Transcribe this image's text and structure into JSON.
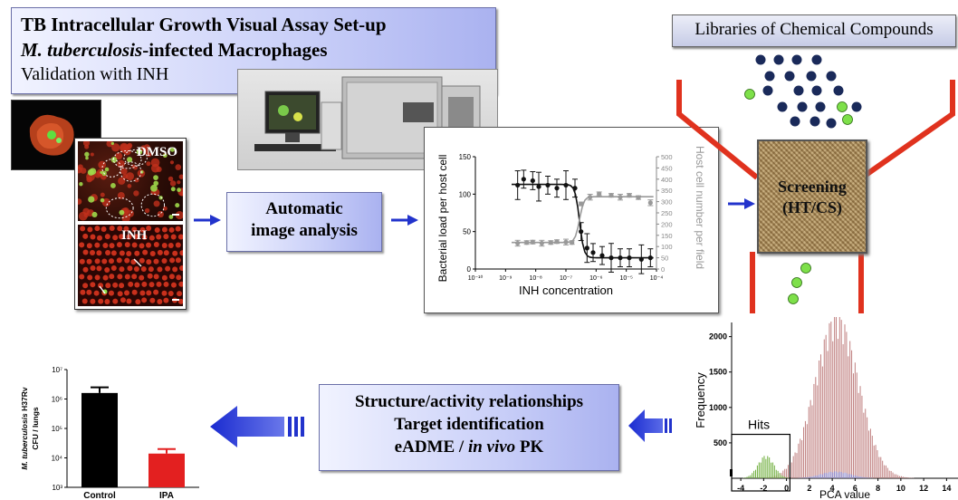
{
  "setup_title": {
    "line1": "TB Intracellular Growth Visual Assay Set-up",
    "line2_italic": "M. tuberculosis",
    "line2_rest": "-infected Macrophages",
    "line3": "Validation with INH"
  },
  "micrographs": {
    "dmso": "DMSO",
    "inh": "INH"
  },
  "automatic_box": {
    "line1": "Automatic",
    "line2": "image analysis"
  },
  "libraries_label": "Libraries of  Chemical Compounds",
  "screening": {
    "line1": "Screening",
    "line2": "(HT/CS)"
  },
  "sar_box": {
    "line1": "Structure/activity relationships",
    "line2": "Target identification",
    "line3_a": "eADME / ",
    "line3_italic": "in vivo",
    "line3_b": " PK"
  },
  "colors": {
    "blue_arrow": "#2233cc",
    "red_funnel": "#e0321e",
    "dots_navy": "#1a2a5a",
    "dots_green": "#7ee04a",
    "black": "#000000",
    "red_bar": "#e32020"
  },
  "chart_data": [
    {
      "type": "line",
      "xlabel": "INH concentration",
      "ylabel": "Bacterial load per host cell",
      "y2label": "Host cell number per field",
      "x_tick_labels": [
        "10⁻¹⁰",
        "10⁻⁹",
        "10⁻⁸",
        "10⁻⁷",
        "10⁻⁶",
        "10⁻⁵",
        "10⁻⁴"
      ],
      "y_tick_labels": [
        "0",
        "50",
        "100",
        "150"
      ],
      "y2_tick_labels": [
        "0",
        "50",
        "100",
        "150",
        "200",
        "250",
        "300",
        "350",
        "400",
        "450",
        "500"
      ],
      "xlim_log10": [
        -10,
        -4
      ],
      "ylim": [
        0,
        150
      ],
      "y2lim": [
        0,
        500
      ],
      "series": [
        {
          "color": "#111111",
          "axis": "left",
          "x_log10": [
            -8.6,
            -8.4,
            -8.1,
            -7.9,
            -7.6,
            -7.3,
            -7.0,
            -6.7,
            -6.5,
            -6.3,
            -6.1,
            -5.8,
            -5.5,
            -5.2,
            -4.9,
            -4.5,
            -4.2
          ],
          "y": [
            112,
            120,
            118,
            110,
            112,
            108,
            112,
            108,
            50,
            28,
            22,
            18,
            15,
            15,
            15,
            13,
            15
          ]
        },
        {
          "color": "#999999",
          "axis": "right",
          "x_log10": [
            -8.6,
            -8.3,
            -8.1,
            -7.8,
            -7.5,
            -7.3,
            -7.0,
            -6.8,
            -6.5,
            -6.2,
            -5.9,
            -5.5,
            -5.2,
            -4.9,
            -4.6,
            -4.2
          ],
          "y": [
            115,
            118,
            120,
            115,
            118,
            122,
            120,
            118,
            290,
            320,
            335,
            328,
            320,
            328,
            318,
            295
          ]
        }
      ]
    },
    {
      "type": "bar",
      "ylabel_italic": "M. tuberculosis",
      "ylabel_rest": " H37Rv",
      "ylabel_line2": "CFU / lungs",
      "categories": [
        "Control",
        "IPA"
      ],
      "values": [
        1600000,
        14000
      ],
      "errors_upper": [
        2500000,
        20000
      ],
      "y_tick_labels": [
        "10³",
        "10⁴",
        "10⁵",
        "10⁶",
        "10⁷"
      ],
      "ylim_log10": [
        3,
        7
      ],
      "colors": [
        "#000000",
        "#e32020"
      ]
    },
    {
      "type": "bar",
      "xlabel": "PCA value",
      "ylabel": "Frequency",
      "annotation": "Hits",
      "x_tick_labels": [
        "-4",
        "-2",
        "0",
        "2",
        "4",
        "6",
        "8",
        "10",
        "12",
        "14"
      ],
      "y_tick_labels": [
        "500",
        "1000",
        "1500",
        "2000"
      ],
      "xlim": [
        -4.8,
        15
      ],
      "ylim": [
        0,
        2200
      ],
      "hits_range": [
        -4.8,
        0.3
      ],
      "bin_width": 0.15,
      "series": [
        {
          "color": "#c08080",
          "mean": 4.4,
          "sd": 1.9,
          "peak": 2150
        },
        {
          "color": "#6fae3c",
          "mean": -1.8,
          "sd": 0.7,
          "peak": 300
        },
        {
          "color": "#8a8ad0",
          "mean": 4.3,
          "sd": 1.3,
          "peak": 90
        }
      ]
    }
  ]
}
